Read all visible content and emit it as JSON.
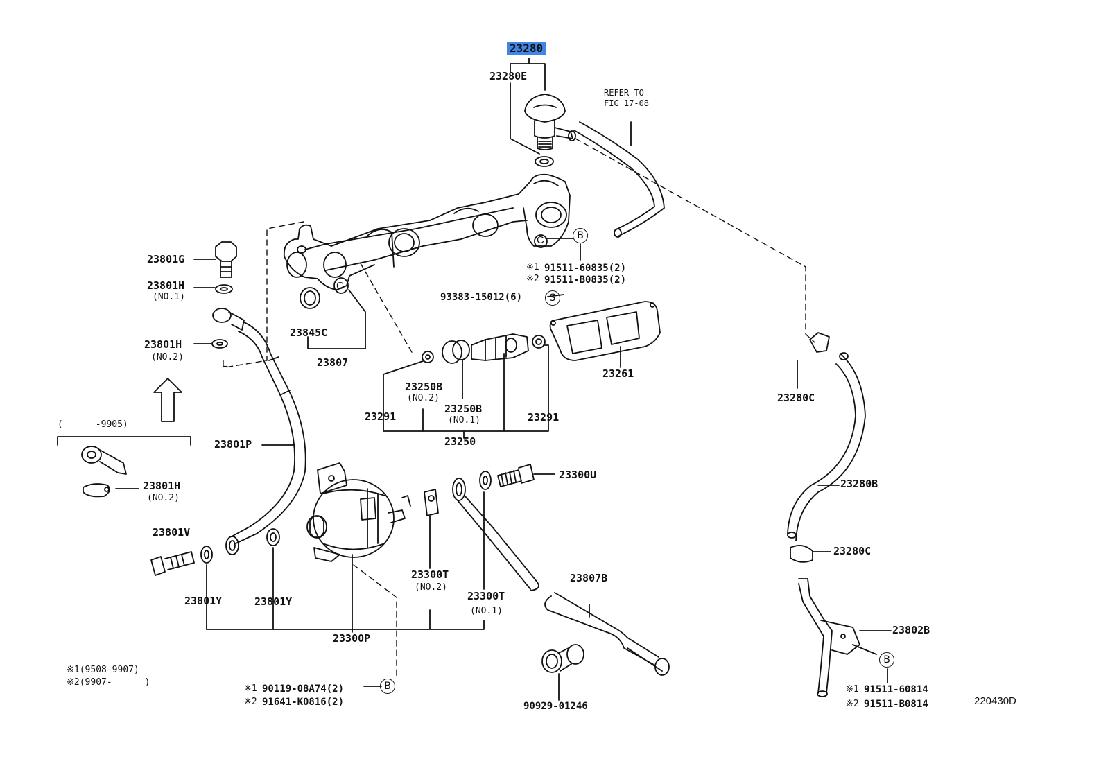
{
  "diagram": {
    "selected_part": "23280",
    "figure_code": "220430D",
    "refer_to": [
      "REFER TO",
      "FIG 17-08"
    ],
    "range_label": "(      -9905)",
    "parts": {
      "p23280E": "23280E",
      "p23801G": "23801G",
      "p23801H_1": "23801H",
      "p23801H_1_sub": "(NO.1)",
      "p23801H_2": "23801H",
      "p23801H_2_sub": "(NO.2)",
      "p23845C": "23845C",
      "p23807": "23807",
      "p93383": "93383-15012(6)",
      "p91511_60835": "91511-60835(2)",
      "p91511_B0835": "91511-B0835(2)",
      "p23261": "23261",
      "p23250B_2": "23250B",
      "p23250B_2_sub": "(NO.2)",
      "p23250B_1": "23250B",
      "p23250B_1_sub": "(NO.1)",
      "p23291_left": "23291",
      "p23291_right": "23291",
      "p23250": "23250",
      "p23280C_top": "23280C",
      "p23801P": "23801P",
      "p23801H_3": "23801H",
      "p23801H_3_sub": "(NO.2)",
      "p23300U": "23300U",
      "p23280B": "23280B",
      "p23801V": "23801V",
      "p23300T_2": "23300T",
      "p23300T_2_sub": "(NO.2)",
      "p23300T_1": "23300T",
      "p23300T_1_sub": "(NO.1)",
      "p23807B": "23807B",
      "p23280C_bottom": "23280C",
      "p23801Y_left": "23801Y",
      "p23801Y_right": "23801Y",
      "p23300P": "23300P",
      "p23802B": "23802B",
      "p90119": "90119-08A74(2)",
      "p91641": "91641-K0816(2)",
      "p90929": "90929-01246",
      "p91511_60814": "91511-60814",
      "p91511_B0814": "91511-B0814"
    },
    "markers": {
      "S": "S",
      "B": "B",
      "C": "C",
      "L": "L",
      "note1": "※1",
      "note2": "※2"
    },
    "footnotes": [
      "※1(9508-9907)",
      "※2(9907-      )"
    ]
  }
}
